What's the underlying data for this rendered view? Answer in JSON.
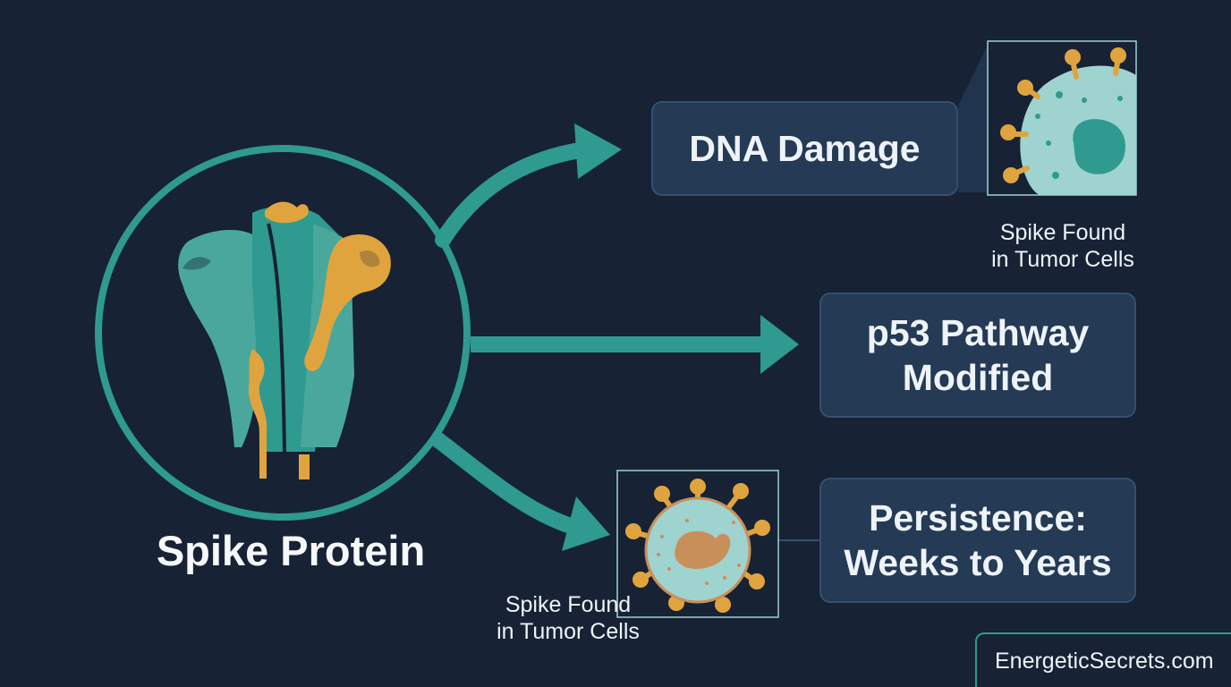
{
  "diagram": {
    "center_label": "Spike Protein",
    "effects": [
      {
        "lines": [
          "DNA Damage"
        ]
      },
      {
        "lines": [
          "p53 Pathway",
          "Modified"
        ]
      },
      {
        "lines": [
          "Persistence:",
          "Weeks to Years"
        ]
      }
    ],
    "inset_captions": [
      {
        "lines": [
          "Spike Found",
          "in Tumor Cells"
        ]
      },
      {
        "lines": [
          "Spike Found",
          "in Tumor Cells"
        ]
      }
    ]
  },
  "watermark": "EnergeticSecrets.com",
  "colors": {
    "background": "#172235",
    "box_fill": "#243a55",
    "box_border": "#35506e",
    "teal": "#2f9a8f",
    "teal_light": "#4aa79c",
    "gold": "#e0a43e",
    "cell_fill": "#9fd3cf",
    "cell_nucleus": "#2f9a8f",
    "tumor_nucleus": "#c98f5a",
    "text": "#eef3f8"
  }
}
